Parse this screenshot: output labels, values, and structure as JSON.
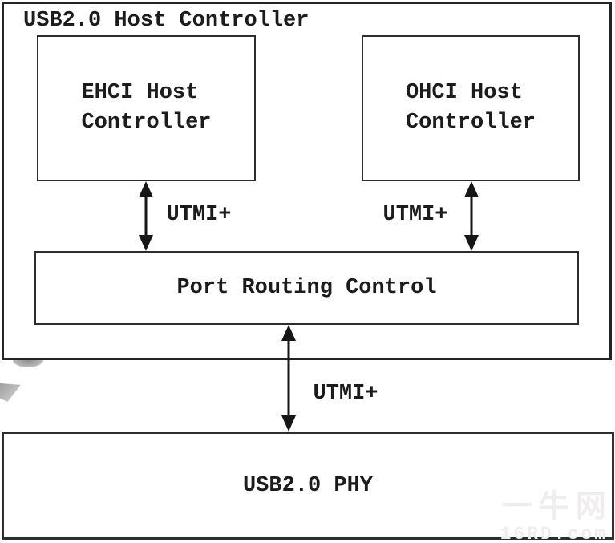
{
  "title": "USB2.0 Host Controller",
  "blocks": {
    "ehci": {
      "line1": "EHCI Host",
      "line2": "Controller"
    },
    "ohci": {
      "line1": "OHCI Host",
      "line2": "Controller"
    },
    "port_routing": {
      "label": "Port Routing Control"
    },
    "phy": {
      "label": "USB2.0 PHY"
    }
  },
  "connections": {
    "ehci_to_prc": {
      "label": "UTMI+"
    },
    "ohci_to_prc": {
      "label": "UTMI+"
    },
    "prc_to_phy": {
      "label": "UTMI+"
    }
  },
  "watermark": {
    "line1": "一牛网",
    "line2": "16RD.com"
  },
  "colors": {
    "line": "#1c1c1c",
    "background": "#ffffff",
    "watermark_text": "#efeded",
    "artifact_gray": "#a6a6a6"
  }
}
